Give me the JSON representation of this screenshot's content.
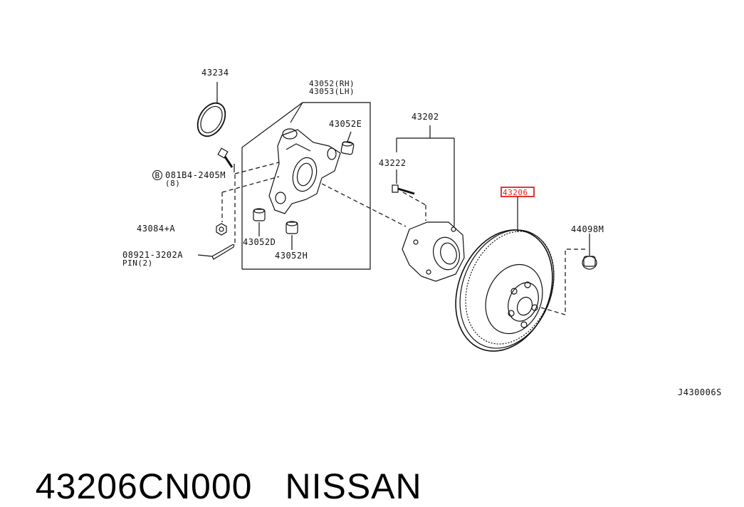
{
  "labels": {
    "p43234": "43234",
    "p43052rh": "43052(RH)",
    "p43053lh": "43053(LH)",
    "p43052e": "43052E",
    "p08184": "081B4-2405M",
    "p08184_qty": "(8)",
    "bolt_marker": "B",
    "p43084": "43084+A",
    "p08921": "08921-3202A",
    "p08921_sub": "PIN(2)",
    "p43052d": "43052D",
    "p43052h": "43052H",
    "p43202": "43202",
    "p43222": "43222",
    "p43206": "43206",
    "p44098m": "44098M",
    "diagram_code": "J430006S"
  },
  "colors": {
    "highlight": "#e0201c",
    "line": "#111111"
  },
  "footer": {
    "part_number": "43206CN000",
    "brand": "NISSAN"
  }
}
